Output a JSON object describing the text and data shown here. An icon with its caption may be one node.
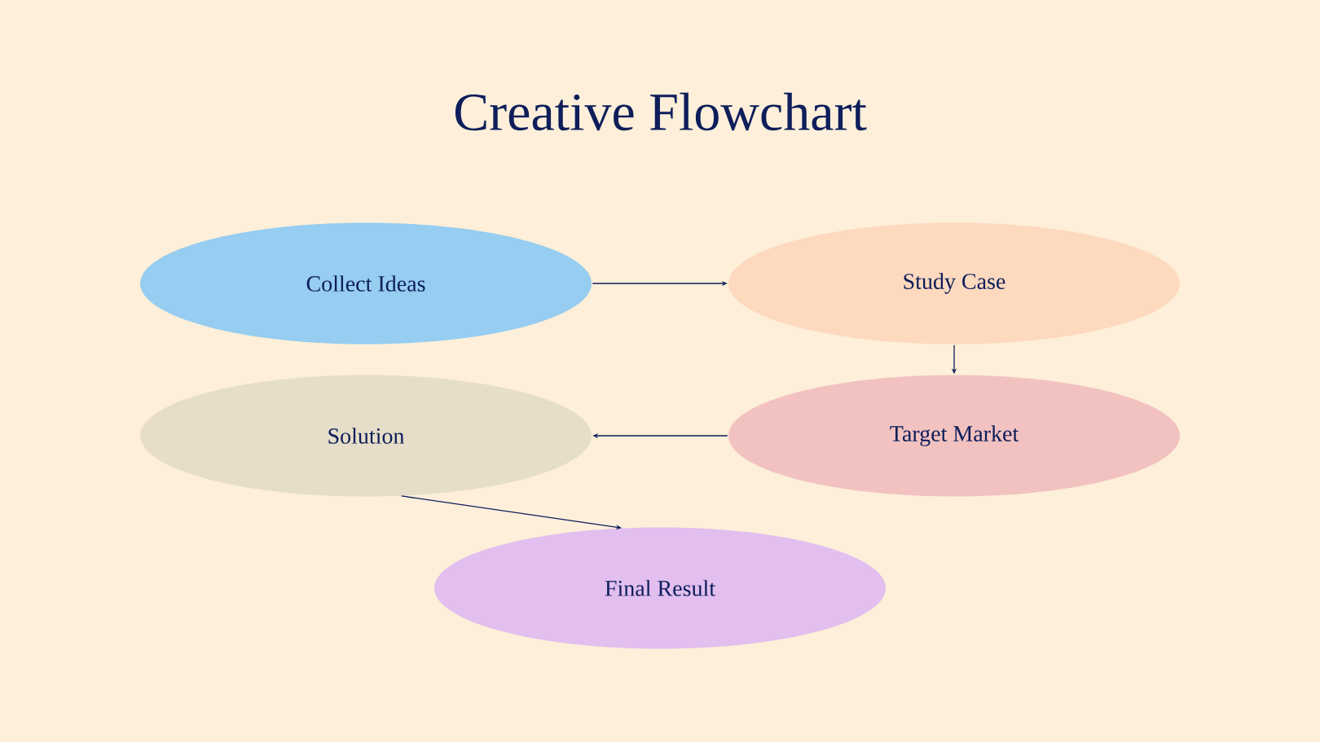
{
  "diagram": {
    "title": "Creative Flowchart",
    "nodes": [
      {
        "text": [
          "Collect Ideas"
        ]
      },
      {
        "text": [
          "Study Case"
        ]
      },
      {
        "text": [
          "Solution"
        ]
      },
      {
        "text": [
          "Target Market"
        ]
      },
      {
        "text": [
          "Final Result"
        ]
      }
    ],
    "edges": [
      {
        "from": 0,
        "to": 1,
        "arrow": "to"
      },
      {
        "from": 1,
        "to": 3,
        "arrow": "to"
      },
      {
        "from": 3,
        "to": 2,
        "arrow": "to"
      },
      {
        "from": 2,
        "to": 4,
        "arrow": "to"
      }
    ]
  }
}
